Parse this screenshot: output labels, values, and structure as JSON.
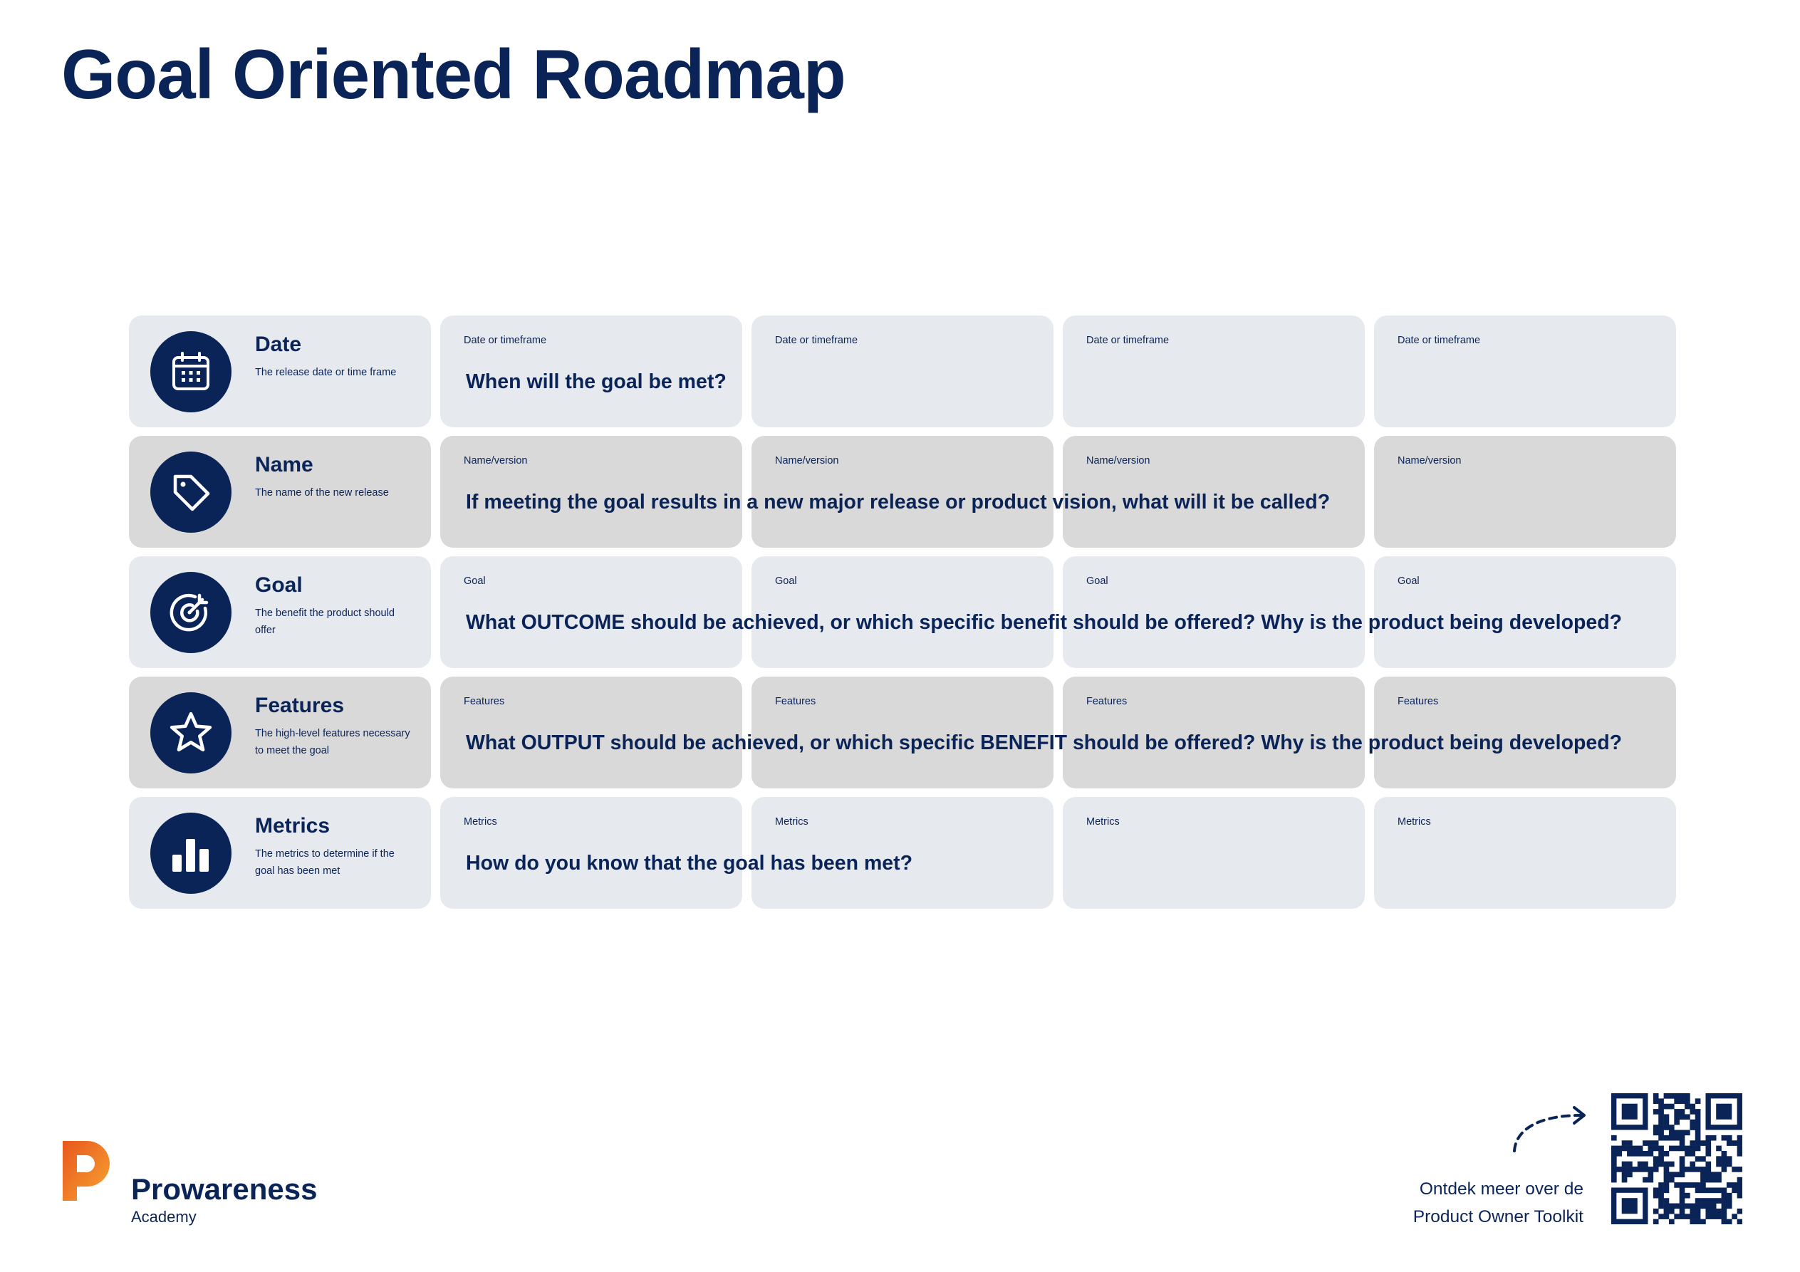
{
  "page": {
    "title": "Goal Oriented Roadmap"
  },
  "colors": {
    "navy": "#0b2457",
    "row_light": "#e6e9ee",
    "row_dark": "#d9d9d9",
    "logo_orange": "#f07d1e"
  },
  "rows": [
    {
      "title": "Date",
      "description": "The release date or time frame",
      "icon": "calendar-icon",
      "cell_label": "Date or timeframe",
      "question": "When will the goal be met?"
    },
    {
      "title": "Name",
      "description": "The name of the new release",
      "icon": "tag-icon",
      "cell_label": "Name/version",
      "question": "If meeting the goal results in a new major release or product vision, what will it be called?"
    },
    {
      "title": "Goal",
      "description": "The benefit the product should offer",
      "icon": "target-icon",
      "cell_label": "Goal",
      "question": "What OUTCOME should be achieved, or which specific benefit should be offered? Why is the product being developed?"
    },
    {
      "title": "Features",
      "description": "The high-level features necessary to meet the goal",
      "icon": "star-icon",
      "cell_label": "Features",
      "question": "What OUTPUT should be achieved, or which specific BENEFIT should be offered? Why is the product being developed?"
    },
    {
      "title": "Metrics",
      "description": "The metrics to determine if the goal has been met",
      "icon": "bar-chart-icon",
      "cell_label": "Metrics",
      "question": "How do you know that the goal has been met?"
    }
  ],
  "footer": {
    "brand_name": "Prowareness",
    "brand_sub": "Academy",
    "logo_icon": "prowareness-logo-icon",
    "toolkit_line1": "Ontdek meer over de",
    "toolkit_line2": "Product Owner Toolkit",
    "arrow_icon": "dashed-arrow-icon",
    "qr_icon": "qr-code-icon"
  }
}
